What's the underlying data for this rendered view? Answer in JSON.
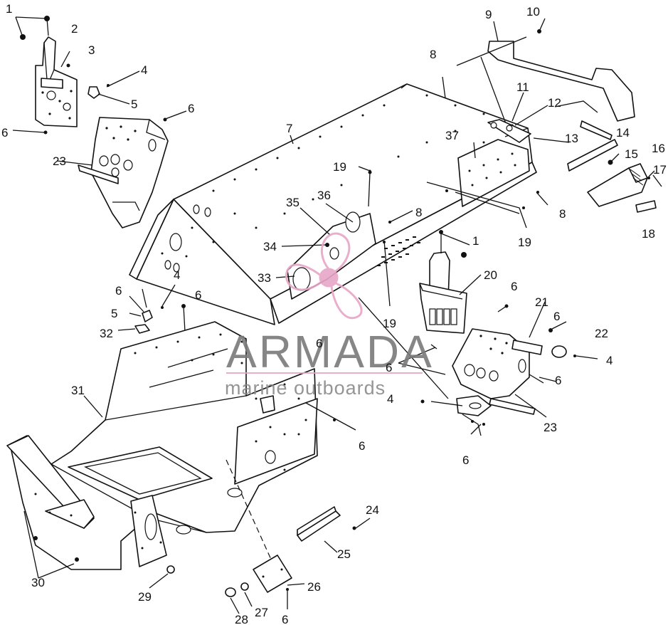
{
  "diagram": {
    "callouts": [
      {
        "id": "c1a",
        "text": "1"
      },
      {
        "id": "c2",
        "text": "2"
      },
      {
        "id": "c3",
        "text": "3"
      },
      {
        "id": "c4a",
        "text": "4"
      },
      {
        "id": "c5a",
        "text": "5"
      },
      {
        "id": "c6a",
        "text": "6"
      },
      {
        "id": "c6b",
        "text": "6"
      },
      {
        "id": "c23a",
        "text": "23"
      },
      {
        "id": "c7",
        "text": "7"
      },
      {
        "id": "c8a",
        "text": "8"
      },
      {
        "id": "c9",
        "text": "9"
      },
      {
        "id": "c10",
        "text": "10"
      },
      {
        "id": "c11",
        "text": "11"
      },
      {
        "id": "c12",
        "text": "12"
      },
      {
        "id": "c13",
        "text": "13"
      },
      {
        "id": "c14",
        "text": "14"
      },
      {
        "id": "c15",
        "text": "15"
      },
      {
        "id": "c16",
        "text": "16"
      },
      {
        "id": "c17",
        "text": "17"
      },
      {
        "id": "c18",
        "text": "18"
      },
      {
        "id": "c37",
        "text": "37"
      },
      {
        "id": "c19a",
        "text": "19"
      },
      {
        "id": "c36",
        "text": "36"
      },
      {
        "id": "c35",
        "text": "35"
      },
      {
        "id": "c8b",
        "text": "8"
      },
      {
        "id": "c8c",
        "text": "8"
      },
      {
        "id": "c19b",
        "text": "19"
      },
      {
        "id": "c34",
        "text": "34"
      },
      {
        "id": "c1b",
        "text": "1"
      },
      {
        "id": "c33",
        "text": "33"
      },
      {
        "id": "c20",
        "text": "20"
      },
      {
        "id": "c19c",
        "text": "19"
      },
      {
        "id": "c4b",
        "text": "4"
      },
      {
        "id": "c6c",
        "text": "6"
      },
      {
        "id": "c6d",
        "text": "6"
      },
      {
        "id": "c5b",
        "text": "5"
      },
      {
        "id": "c32",
        "text": "32"
      },
      {
        "id": "c6e",
        "text": "6"
      },
      {
        "id": "c21",
        "text": "21"
      },
      {
        "id": "c6f",
        "text": "6"
      },
      {
        "id": "c22",
        "text": "22"
      },
      {
        "id": "c4c",
        "text": "4"
      },
      {
        "id": "c6g",
        "text": "6"
      },
      {
        "id": "c6h",
        "text": "6"
      },
      {
        "id": "c4d",
        "text": "4"
      },
      {
        "id": "c23b",
        "text": "23"
      },
      {
        "id": "c6i",
        "text": "6"
      },
      {
        "id": "c31",
        "text": "31"
      },
      {
        "id": "c6j",
        "text": "6"
      },
      {
        "id": "c24",
        "text": "24"
      },
      {
        "id": "c25",
        "text": "25"
      },
      {
        "id": "c26",
        "text": "26"
      },
      {
        "id": "c30",
        "text": "30"
      },
      {
        "id": "c29",
        "text": "29"
      },
      {
        "id": "c28",
        "text": "28"
      },
      {
        "id": "c27",
        "text": "27"
      },
      {
        "id": "c6k",
        "text": "6"
      }
    ]
  },
  "watermark": {
    "brand": "ARMADA",
    "tagline": "marine outboards",
    "brand_color": "#e8a6c8",
    "text_color": "#7a7a7a"
  }
}
